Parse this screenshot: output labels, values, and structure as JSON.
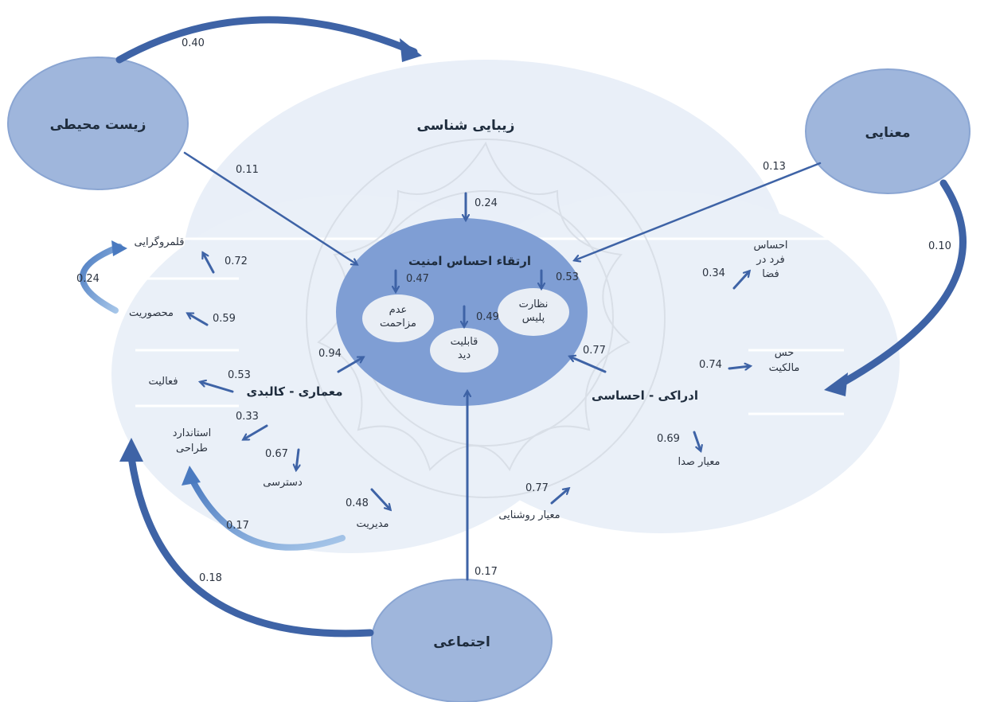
{
  "colors": {
    "outer_node": "#9fb6dc",
    "outer_node_stroke": "#8aa5d2",
    "center_disc": "#7f9ed4",
    "inner_circle": "#e9eef5",
    "arrow": "#3e63a6",
    "pale_ring": "#e3ebf6",
    "curve_gradient_start": "#4a7ac0",
    "curve_gradient_end": "#a9c8ea"
  },
  "nodes": {
    "environmental": "زیست محیطی",
    "semantic": "معنایی",
    "social": "اجتماعی"
  },
  "center": {
    "title": "ارتقاء احساس امنیت",
    "circle_1": {
      "line1": "عدم",
      "line2": "مزاحمت"
    },
    "circle_2": {
      "line1": "نظارت",
      "line2": "پلیس"
    },
    "circle_3": {
      "line1": "قابلیت",
      "line2": "دید"
    }
  },
  "categories": {
    "aesthetics": "زیبایی شناسی",
    "physical": "معماری - کالبدی",
    "perceptual": "ادراکی - احساسی"
  },
  "physical_items": {
    "territoriality": "قلمروگرایی",
    "enclosure": "محصوریت",
    "activity": "فعالیت",
    "design_standard": {
      "line1": "استاندارد",
      "line2": "طراحی"
    },
    "accessibility": "دسترسی",
    "management": "مدیریت"
  },
  "perceptual_items": {
    "sense_in_space": {
      "line1": "احساس",
      "line2": "فرد در",
      "line3": "فضا"
    },
    "ownership": {
      "line1": "حس",
      "line2": "مالکیت"
    },
    "sound": "معیار صدا",
    "lighting": "معیار روشنایی"
  },
  "weights": {
    "env_to_aesthetics": "0.40",
    "env_to_center": "0.11",
    "semantic_to_center": "0.13",
    "semantic_to_perceptual": "0.10",
    "aesthetics_to_center": "0.24",
    "center_to_disturbance": "0.47",
    "center_to_police": "0.53",
    "center_to_visibility": "0.49",
    "physical_to_center": "0.94",
    "perceptual_to_center": "0.77",
    "territoriality": "0.72",
    "territoriality_enclosure": "0.24",
    "enclosure": "0.59",
    "activity": "0.53",
    "design_standard": "0.33",
    "accessibility": "0.67",
    "management": "0.48",
    "management_standard": "0.17",
    "social_to_standard": "0.18",
    "social_to_center": "0.17",
    "sense_in_space": "0.34",
    "ownership": "0.74",
    "sound": "0.69",
    "lighting": "0.77"
  }
}
